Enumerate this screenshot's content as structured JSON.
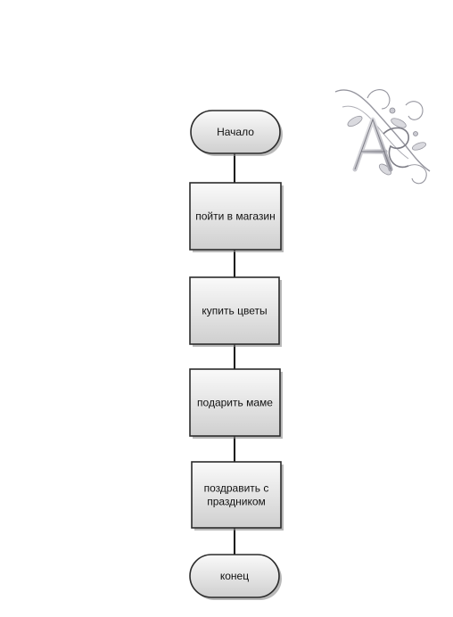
{
  "flowchart": {
    "nodes": [
      {
        "id": "start",
        "shape": "terminal",
        "lines": [
          "Начало"
        ]
      },
      {
        "id": "step1",
        "shape": "process",
        "lines": [
          "пойти в магазин"
        ]
      },
      {
        "id": "step2",
        "shape": "process",
        "lines": [
          "купить цветы"
        ]
      },
      {
        "id": "step3",
        "shape": "process",
        "lines": [
          "подарить маме"
        ]
      },
      {
        "id": "step4",
        "shape": "process",
        "lines": [
          "поздравить с",
          "праздником"
        ]
      },
      {
        "id": "end",
        "shape": "terminal",
        "lines": [
          "конец"
        ]
      }
    ],
    "edges": [
      {
        "from": "start",
        "to": "step1"
      },
      {
        "from": "step1",
        "to": "step2"
      },
      {
        "from": "step2",
        "to": "step3"
      },
      {
        "from": "step3",
        "to": "step4"
      },
      {
        "from": "step4",
        "to": "end"
      }
    ]
  },
  "decoration": {
    "ornament": "floral-monogram-ornament",
    "colors": {
      "node_fill_top": "#fafafa",
      "node_fill_bottom": "#cfcfcf",
      "node_stroke": "#2b2b2b",
      "shadow": "#8a8a8a",
      "connector": "#111111"
    }
  }
}
